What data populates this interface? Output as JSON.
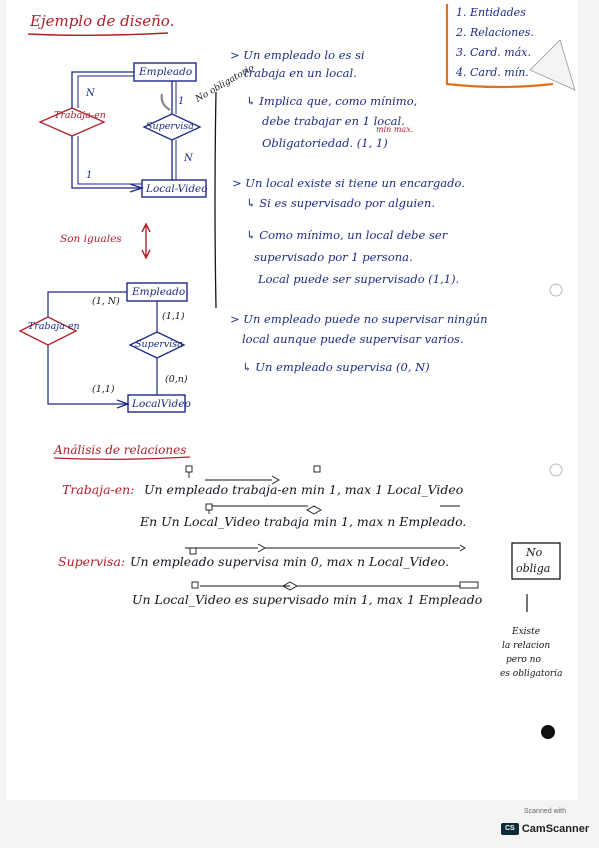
{
  "document": {
    "title": "Ejemplo de diseño.",
    "steps": [
      "1. Entidades",
      "2. Relaciones.",
      "3. Card. máx.",
      "4. Card. mín."
    ],
    "diagram_top": {
      "entity_a": "Empleado",
      "entity_b": "Local-Video",
      "rel_a": "Trabaja-en",
      "rel_b": "Supervisa",
      "card_n1": "N",
      "card_n2": "N",
      "card_1a": "1",
      "card_1b": "1",
      "side_note": "No obligatorio"
    },
    "son_iguales": "Son iguales",
    "diagram_bottom": {
      "entity_a": "Empleado",
      "entity_b": "LocalVideo",
      "rel_a": "Trabaja en",
      "rel_b": "Supervisa",
      "c1": "(1, N)",
      "c2": "(1,1)",
      "c3": "(1,1)",
      "c4": "(0,n)"
    },
    "notes": {
      "n1a": "> Un empleado lo es si",
      "n1b": "trabaja en un local.",
      "n2a": "↳ Implica que, como mínimo,",
      "n2b": "debe trabajar en 1 local.",
      "n2c": "Obligatoriedad. (1, 1)",
      "n2d": "min  max.",
      "n3a": "> Un local existe si tiene un encargado.",
      "n3b": "↳ Si es supervisado por alguien.",
      "n4a": "↳ Como mínimo, un local debe ser",
      "n4b": "supervisado por 1 persona.",
      "n4c": "Local puede ser supervisado (1,1).",
      "n5a": "> Un empleado puede no supervisar ningún",
      "n5b": "local aunque puede supervisar varios.",
      "n5c": "↳ Un empleado supervisa (0, N)"
    },
    "analysis": {
      "heading": "Análisis de relaciones",
      "r1_label": "Trabaja-en:",
      "r1_a": "Un empleado trabaja-en  min 1, max 1  Local_Video",
      "r1_b": "En Un Local_Video trabaja  min 1, max n  Empleado.",
      "r2_label": "Supervisa:",
      "r2_a": "Un empleado supervisa  min 0, max n  Local_Video.",
      "r2_b": "Un Local_Video es supervisado  min 1, max 1  Empleado",
      "no_obliga": [
        "No",
        "obliga"
      ],
      "note": [
        "Existe",
        "la relacion",
        "pero no",
        "es obligatoria"
      ]
    },
    "scanner": {
      "top": "Scanned with",
      "logo": "CS",
      "brand": "CamScanner"
    }
  },
  "colors": {
    "ink_blue": "#1c2a86",
    "ink_red": "#b0202a",
    "orange": "#e0701a",
    "ink_dark": "#15151f"
  }
}
